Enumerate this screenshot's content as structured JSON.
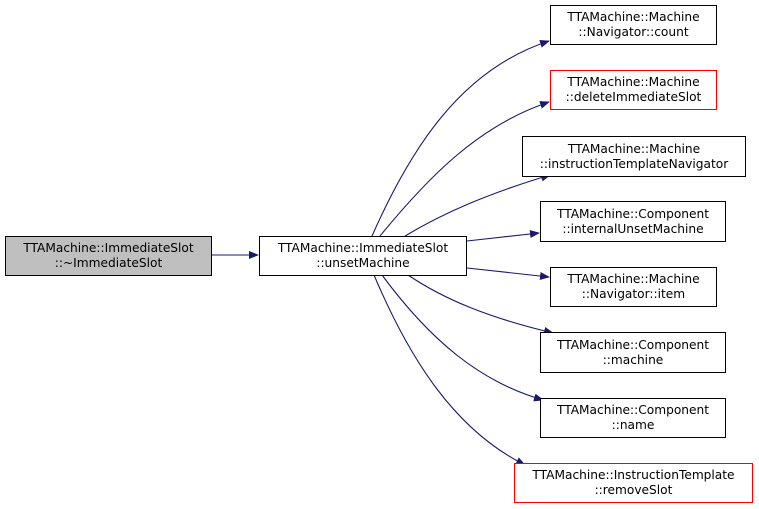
{
  "colors": {
    "edge": "#191970",
    "border": "#000000",
    "undocumented_border": "#ff0000",
    "root_fill": "#bfbfbf"
  },
  "nodes": {
    "root": {
      "line1": "TTAMachine::ImmediateSlot",
      "line2": "::~ImmediateSlot"
    },
    "unset": {
      "line1": "TTAMachine::ImmediateSlot",
      "line2": "::unsetMachine"
    },
    "count": {
      "line1": "TTAMachine::Machine",
      "line2": "::Navigator::count"
    },
    "deleteslot": {
      "line1": "TTAMachine::Machine",
      "line2": "::deleteImmediateSlot"
    },
    "itnav": {
      "line1": "TTAMachine::Machine",
      "line2": "::instructionTemplateNavigator"
    },
    "internal": {
      "line1": "TTAMachine::Component",
      "line2": "::internalUnsetMachine"
    },
    "item": {
      "line1": "TTAMachine::Machine",
      "line2": "::Navigator::item"
    },
    "machine": {
      "line1": "TTAMachine::Component",
      "line2": "::machine"
    },
    "name": {
      "line1": "TTAMachine::Component",
      "line2": "::name"
    },
    "removeslot": {
      "line1": "TTAMachine::InstructionTemplate",
      "line2": "::removeSlot"
    }
  }
}
